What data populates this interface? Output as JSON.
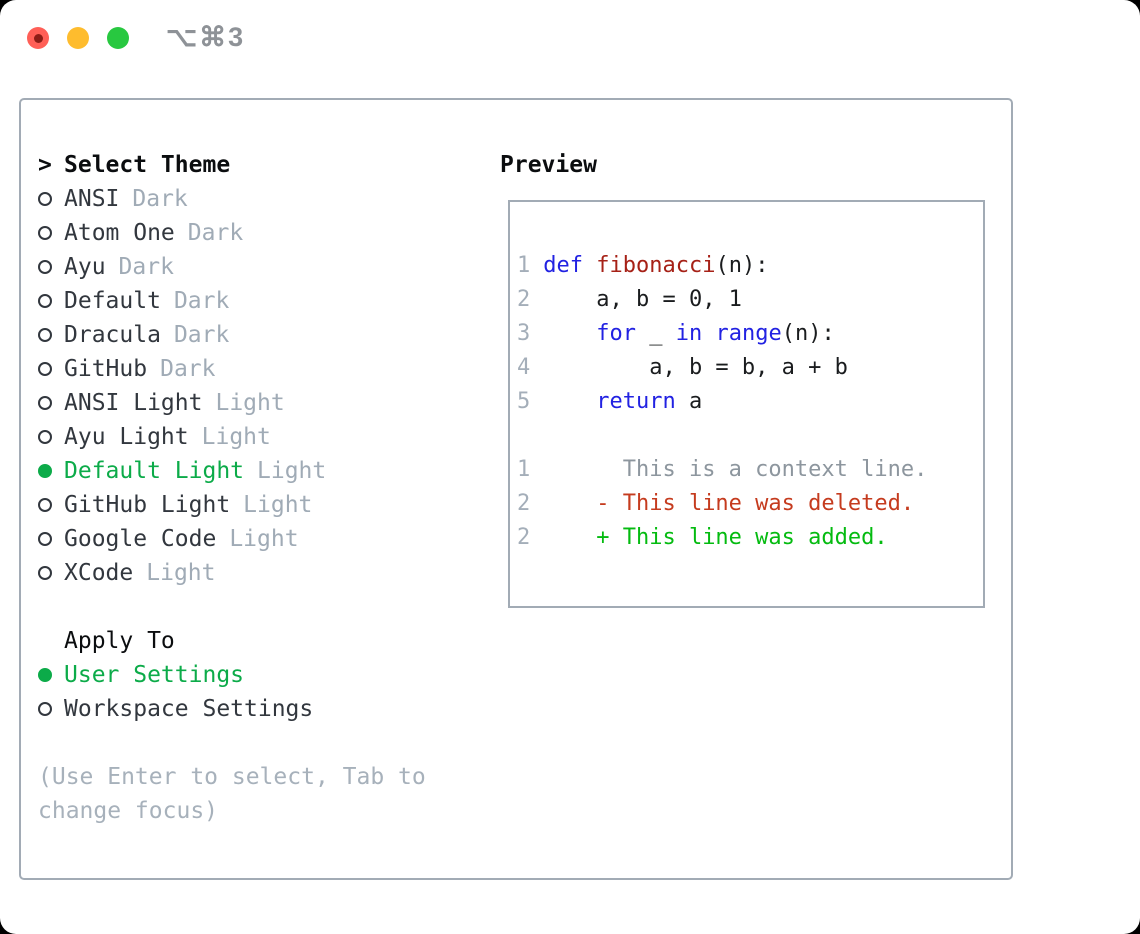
{
  "window": {
    "title": "⌥⌘3"
  },
  "theme_panel": {
    "header": "Select Theme",
    "cursor": ">",
    "items": [
      {
        "name": "ANSI",
        "tag": "Dark",
        "selected": false
      },
      {
        "name": "Atom One",
        "tag": "Dark",
        "selected": false
      },
      {
        "name": "Ayu",
        "tag": "Dark",
        "selected": false
      },
      {
        "name": "Default",
        "tag": "Dark",
        "selected": false
      },
      {
        "name": "Dracula",
        "tag": "Dark",
        "selected": false
      },
      {
        "name": "GitHub",
        "tag": "Dark",
        "selected": false
      },
      {
        "name": "ANSI Light",
        "tag": "Light",
        "selected": false
      },
      {
        "name": "Ayu Light",
        "tag": "Light",
        "selected": false
      },
      {
        "name": "Default Light",
        "tag": "Light",
        "selected": true
      },
      {
        "name": "GitHub Light",
        "tag": "Light",
        "selected": false
      },
      {
        "name": "Google Code",
        "tag": "Light",
        "selected": false
      },
      {
        "name": "XCode",
        "tag": "Light",
        "selected": false
      }
    ],
    "apply_to": {
      "header": "Apply To",
      "options": [
        {
          "label": "User Settings",
          "selected": true
        },
        {
          "label": "Workspace Settings",
          "selected": false
        }
      ]
    },
    "help_lines": [
      "(Use Enter to select, Tab to",
      "change focus)"
    ]
  },
  "preview": {
    "header": "Preview",
    "lines": [
      {
        "num": "1",
        "segments": [
          {
            "t": "def",
            "c": "keyword"
          },
          {
            "t": " ",
            "c": "plain"
          },
          {
            "t": "fibonacci",
            "c": "function"
          },
          {
            "t": "(n):",
            "c": "plain"
          }
        ]
      },
      {
        "num": "2",
        "segments": [
          {
            "t": "    a, b = 0, 1",
            "c": "plain"
          }
        ]
      },
      {
        "num": "3",
        "segments": [
          {
            "t": "    ",
            "c": "plain"
          },
          {
            "t": "for",
            "c": "keyword"
          },
          {
            "t": " _ ",
            "c": "plain"
          },
          {
            "t": "in",
            "c": "keyword"
          },
          {
            "t": " ",
            "c": "plain"
          },
          {
            "t": "range",
            "c": "keyword"
          },
          {
            "t": "(n):",
            "c": "plain"
          }
        ]
      },
      {
        "num": "4",
        "segments": [
          {
            "t": "        a, b = b, a + b",
            "c": "plain"
          }
        ]
      },
      {
        "num": "5",
        "segments": [
          {
            "t": "    ",
            "c": "plain"
          },
          {
            "t": "return",
            "c": "keyword"
          },
          {
            "t": " a",
            "c": "plain"
          }
        ]
      },
      {
        "blank": true
      },
      {
        "num": "1",
        "segments": [
          {
            "t": "      This is a context line.",
            "c": "context"
          }
        ]
      },
      {
        "num": "2",
        "segments": [
          {
            "t": "    - This line was deleted.",
            "c": "deleted"
          }
        ]
      },
      {
        "num": "2",
        "segments": [
          {
            "t": "    + This line was added.",
            "c": "added"
          }
        ]
      }
    ]
  },
  "colors": {
    "traffic_red": "#ff5f57",
    "traffic_yellow": "#febc2e",
    "traffic_green": "#28c840",
    "title_gray": "#8e9297",
    "border_gray": "#a2abb5",
    "header_black": "#0b0d0f",
    "item_dark": "#32373e",
    "tag_gray": "#a0abb6",
    "accent_green": "#0cab49",
    "help_gray": "#a7b1bb",
    "line_number_gray": "#a4aeb9",
    "keyword_blue": "#2222e2",
    "function_red": "#a62117",
    "code_black": "#1a1c1e",
    "context_gray": "#8d969e",
    "deleted_red": "#c53b1e",
    "added_green": "#04bb10"
  }
}
